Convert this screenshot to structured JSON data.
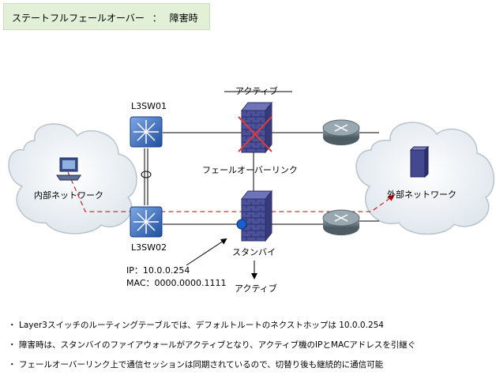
{
  "title": "ステートフルフェールオーバー",
  "title_sep": "：",
  "title_state": "障害時",
  "labels": {
    "active_top": "アクティブ",
    "sw01": "L3SW01",
    "sw02": "L3SW02",
    "failover_link": "フェールオーバーリンク",
    "standby": "スタンバイ",
    "inside_net": "内部ネットワーク",
    "outside_net": "外部ネットワーク",
    "ip": "IP：10.0.0.254",
    "mac": "MAC：0000.0000.1111",
    "active_bottom": "アクティブ"
  },
  "notes": [
    "Layer3スイッチのルーティングテーブルでは、デフォルトルートのネクストホップは 10.0.0.254",
    "障害時は、スタンバイのファイアウォールがアクティブとなり、アクティブ機のIPとMACアドレスを引継ぐ",
    "フェールオーバーリンク上で通信セッションは同期されているので、切替り後も継続的に通信可能"
  ],
  "bullet": "・",
  "colors": {
    "title_bg": "#e2f0d8",
    "switch_blue": "#2f63b8",
    "firewall": "#4a4f9a",
    "router": "#6f7e86",
    "cloud": "#e9eef2",
    "fail_x": "#e23b3b",
    "flow_line": "#c00000"
  }
}
